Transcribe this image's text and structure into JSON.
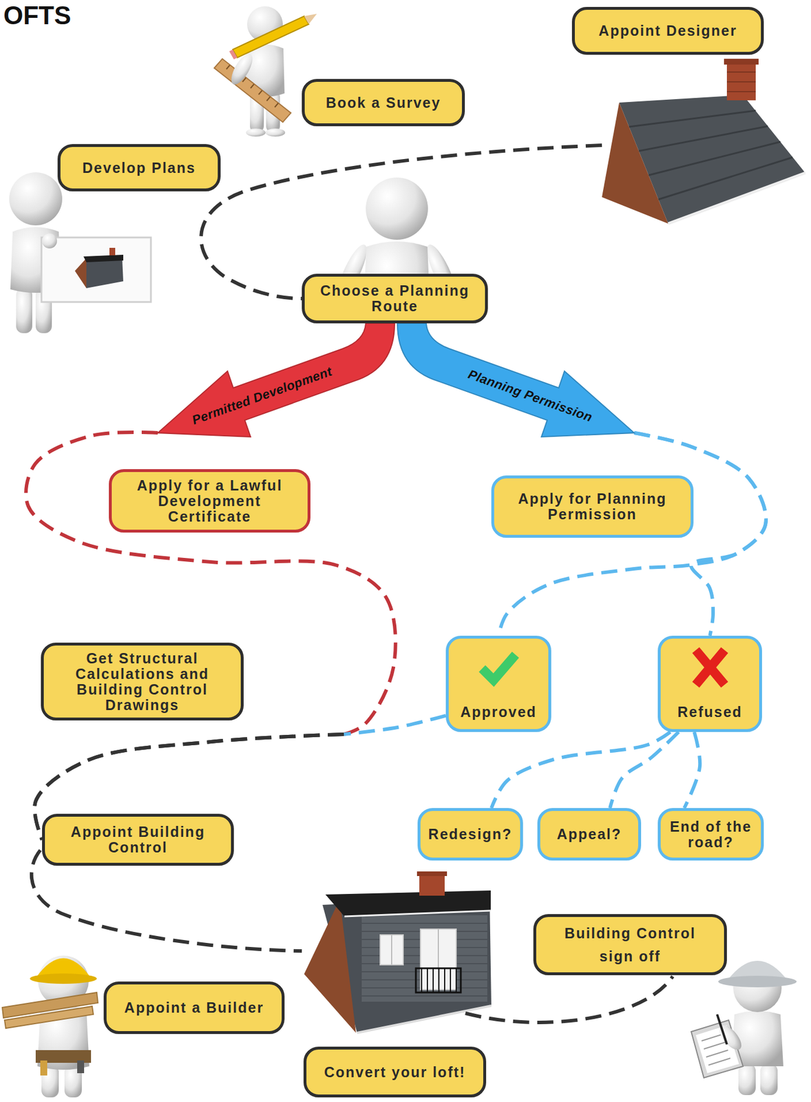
{
  "diagram": {
    "title": "OFTS",
    "nodes": [
      {
        "text": [
          "Appoint Designer"
        ]
      },
      {
        "text": [
          "Book a Survey"
        ]
      },
      {
        "text": [
          "Develop Plans"
        ]
      },
      {
        "text": [
          "Choose a Planning Route"
        ]
      },
      {
        "text": [
          "Permitted Development"
        ]
      },
      {
        "text": [
          "Planning Permission"
        ]
      },
      {
        "text": [
          "Apply for a Lawful Development Certificate"
        ]
      },
      {
        "text": [
          "Apply for Planning Permission"
        ]
      },
      {
        "text": [
          "Get Structural Calculations and Building Control Drawings"
        ]
      },
      {
        "text": [
          "Approved"
        ]
      },
      {
        "text": [
          "Refused"
        ]
      },
      {
        "text": [
          "Redesign?"
        ]
      },
      {
        "text": [
          "Appeal?"
        ]
      },
      {
        "text": [
          "End of the road?"
        ]
      },
      {
        "text": [
          "Appoint Building Control"
        ]
      },
      {
        "text": [
          "Building Control sign off"
        ]
      },
      {
        "text": [
          "Appoint a Builder"
        ]
      },
      {
        "text": [
          "Convert your loft!"
        ]
      }
    ],
    "edges": [
      {
        "from": 4,
        "to": 14,
        "arrow": "none"
      },
      {
        "from": 5,
        "to": 9,
        "arrow": "none"
      },
      {
        "from": 5,
        "to": 10,
        "arrow": "none"
      },
      {
        "from": 9,
        "to": 14,
        "arrow": "none"
      },
      {
        "from": 10,
        "to": 11,
        "arrow": "none"
      },
      {
        "from": 10,
        "to": 12,
        "arrow": "none"
      },
      {
        "from": 10,
        "to": 13,
        "arrow": "none"
      }
    ]
  }
}
